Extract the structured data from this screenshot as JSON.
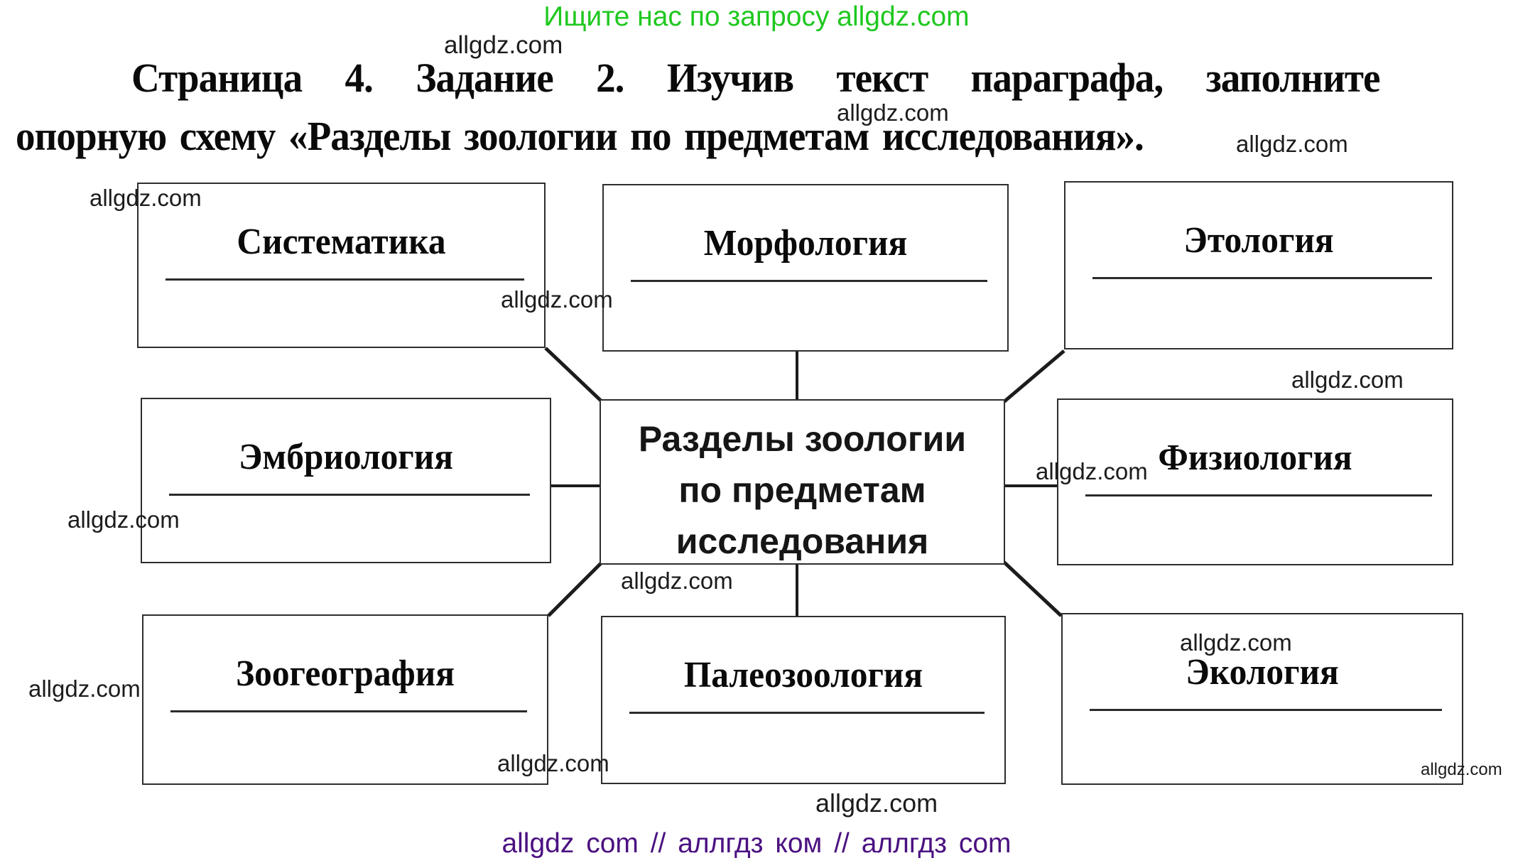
{
  "header": {
    "promo_text": "Ищите нас по запросу allgdz.com",
    "promo_color": "#1fc81f"
  },
  "title": {
    "line1": "Страница 4. Задание 2. Изучив текст параграфа, заполните",
    "line2": "опорную схему «Разделы зоологии по предметам исследования»."
  },
  "watermark": {
    "text": "allgdz.com"
  },
  "diagram": {
    "center": {
      "lines": [
        "Разделы зоологии",
        "по предметам",
        "исследования"
      ]
    },
    "boxes": [
      {
        "label": "Систематика"
      },
      {
        "label": "Морфология"
      },
      {
        "label": "Этология"
      },
      {
        "label": "Эмбриология"
      },
      {
        "label": "Физиология"
      },
      {
        "label": "Зоогеография"
      },
      {
        "label": "Палеозоология"
      },
      {
        "label": "Экология"
      }
    ]
  },
  "footer": {
    "text": "allgdz com  //  аллгдз ком  //  аллгдз com",
    "color": "#4b1181"
  }
}
